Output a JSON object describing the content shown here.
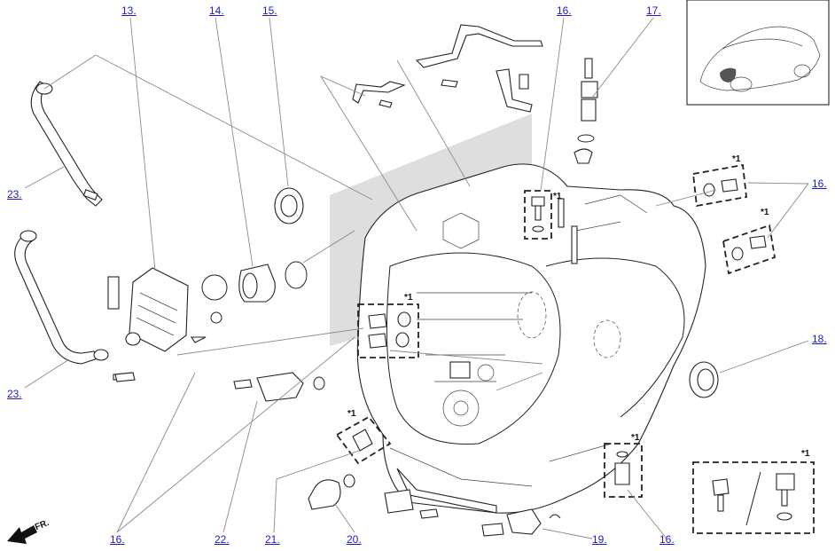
{
  "callouts": {
    "c13": "13.",
    "c14": "14.",
    "c15": "15.",
    "c16_top": "16.",
    "c17": "17.",
    "c16_right": "16.",
    "c23_top": "23.",
    "c23_bottom": "23.",
    "c18": "18.",
    "c16_bl": "16.",
    "c22": "22.",
    "c21": "21.",
    "c20": "20.",
    "c19": "19.",
    "c16_br": "16."
  },
  "notes": {
    "n1": "*1",
    "n2": "*1",
    "n3": "*1",
    "n4": "*1",
    "n5": "*1",
    "n6": "*1",
    "n7": "*1"
  },
  "direction_label": "FR.",
  "colors": {
    "link": "#1a1acc",
    "line": "#222222",
    "shade": "#dcdcdc",
    "leader": "#888888"
  },
  "icons": {
    "front_arrow": "arrow-down-left-icon",
    "inset_car": "car-outline-icon"
  }
}
